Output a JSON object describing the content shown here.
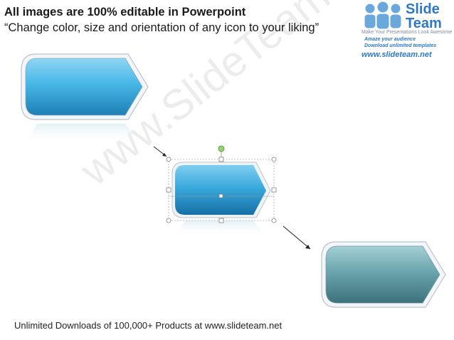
{
  "header": {
    "title": "All images are 100% editable in Powerpoint",
    "subtitle": "“Change color, size and orientation of any icon to your liking”"
  },
  "logo": {
    "brand_line1": "Slide",
    "brand_line2": "Team",
    "tagline": "Make Your Presentations Look Awesome",
    "line1": "Amaze your audience",
    "line2": "Download unlimited templates",
    "url": "www.slideteam.net",
    "icon": "people-group-icon"
  },
  "watermark": {
    "text": "www.SlideTeam.net"
  },
  "shapes": {
    "shape_top_left": {
      "color": "#47b7e6"
    },
    "shape_center_selected": {
      "color": "#3aa9dd"
    },
    "shape_bottom_right": {
      "color": "#6aa4ac"
    }
  },
  "selection": {
    "handle_icon": "rotate-handle-icon"
  },
  "footer": {
    "text": "Unlimited Downloads of 100,000+ Products at www.slideteam.net"
  }
}
